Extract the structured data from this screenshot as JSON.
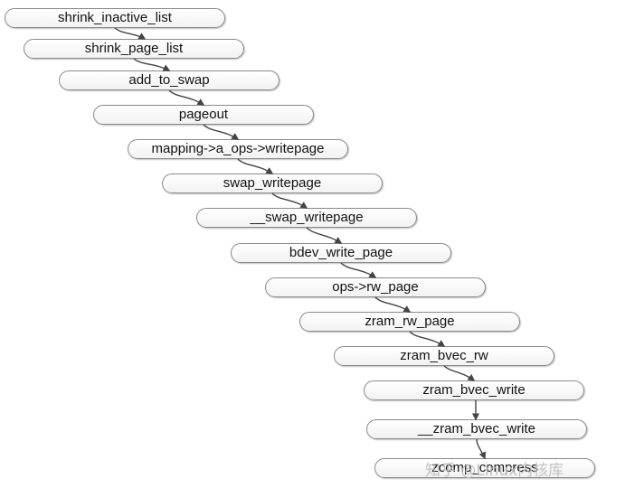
{
  "diagram": {
    "nodes": [
      "shrink_inactive_list",
      "shrink_page_list",
      "add_to_swap",
      "pageout",
      "mapping->a_ops->writepage",
      "swap_writepage",
      "__swap_writepage",
      "bdev_write_page",
      "ops->rw_page",
      "zram_rw_page",
      "zram_bvec_rw",
      "zram_bvec_write",
      "__zram_bvec_write",
      "zcomp_compress"
    ],
    "colors": {
      "border": "#8a8a8a",
      "arrow": "#444444",
      "text": "#111111"
    }
  },
  "watermark": "知乎 @Linux内核库"
}
